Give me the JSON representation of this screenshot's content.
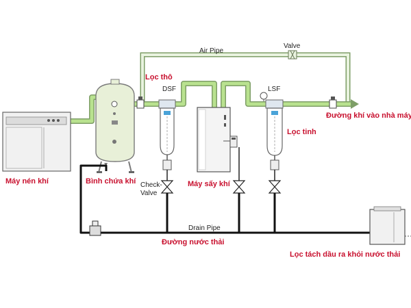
{
  "labels": {
    "air_pipe": "Air Pipe",
    "valve": "Valve",
    "loc_tho": "Lọc thô",
    "dsf": "DSF",
    "lsf": "LSF",
    "duong_khi": "Đường khí vào nhà máy",
    "loc_tinh": "Lọc tinh",
    "may_nen_khi": "Máy nén khí",
    "binh_chua_khi": "Bình chứa khí",
    "check_valve_1": "Check-",
    "check_valve_2": "Valve",
    "may_say_khi": "Máy sấy khí",
    "drain_pipe": "Drain Pipe",
    "duong_nuoc_thai": "Đường nước thải",
    "loc_tach_dau": "Lọc tách dầu ra khỏi nước thải"
  },
  "colors": {
    "pipe_green": "#b9e28f",
    "pipe_outline": "#7e9e67",
    "tank_fill": "#e8f0d8",
    "label_red": "#c8102e",
    "drain_line": "#111111",
    "machine_fill": "#f1f1f1"
  }
}
